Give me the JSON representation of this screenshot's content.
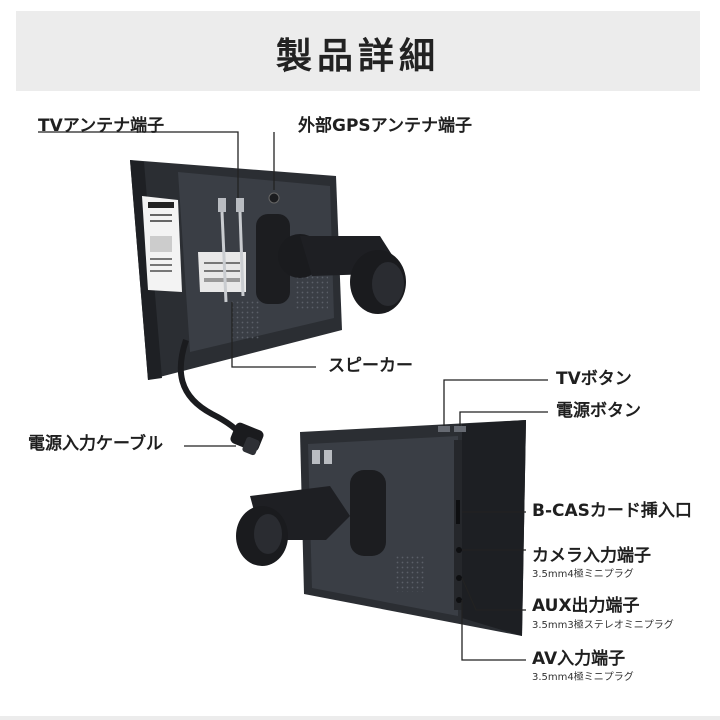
{
  "header": {
    "title": "製品詳細"
  },
  "callouts": {
    "tv_antenna": "TVアンテナ端子",
    "external_gps": "外部GPSアンテナ端子",
    "speaker": "スピーカー",
    "power_cable": "電源入力ケーブル",
    "tv_button": "TVボタン",
    "power_button": "電源ボタン",
    "bcas_slot": "B-CASカード挿入口",
    "camera_input": "カメラ入力端子",
    "camera_input_spec": "3.5mm4極ミニプラグ",
    "aux_output": "AUX出力端子",
    "aux_output_spec": "3.5mm3極ステレオミニプラグ",
    "av_input": "AV入力端子",
    "av_input_spec": "3.5mm4極ミニプラグ"
  },
  "colors": {
    "header_bg": "#ececec",
    "device_body": "#2b2e33",
    "device_panel": "#3a3e45",
    "leader_line": "#222222"
  }
}
